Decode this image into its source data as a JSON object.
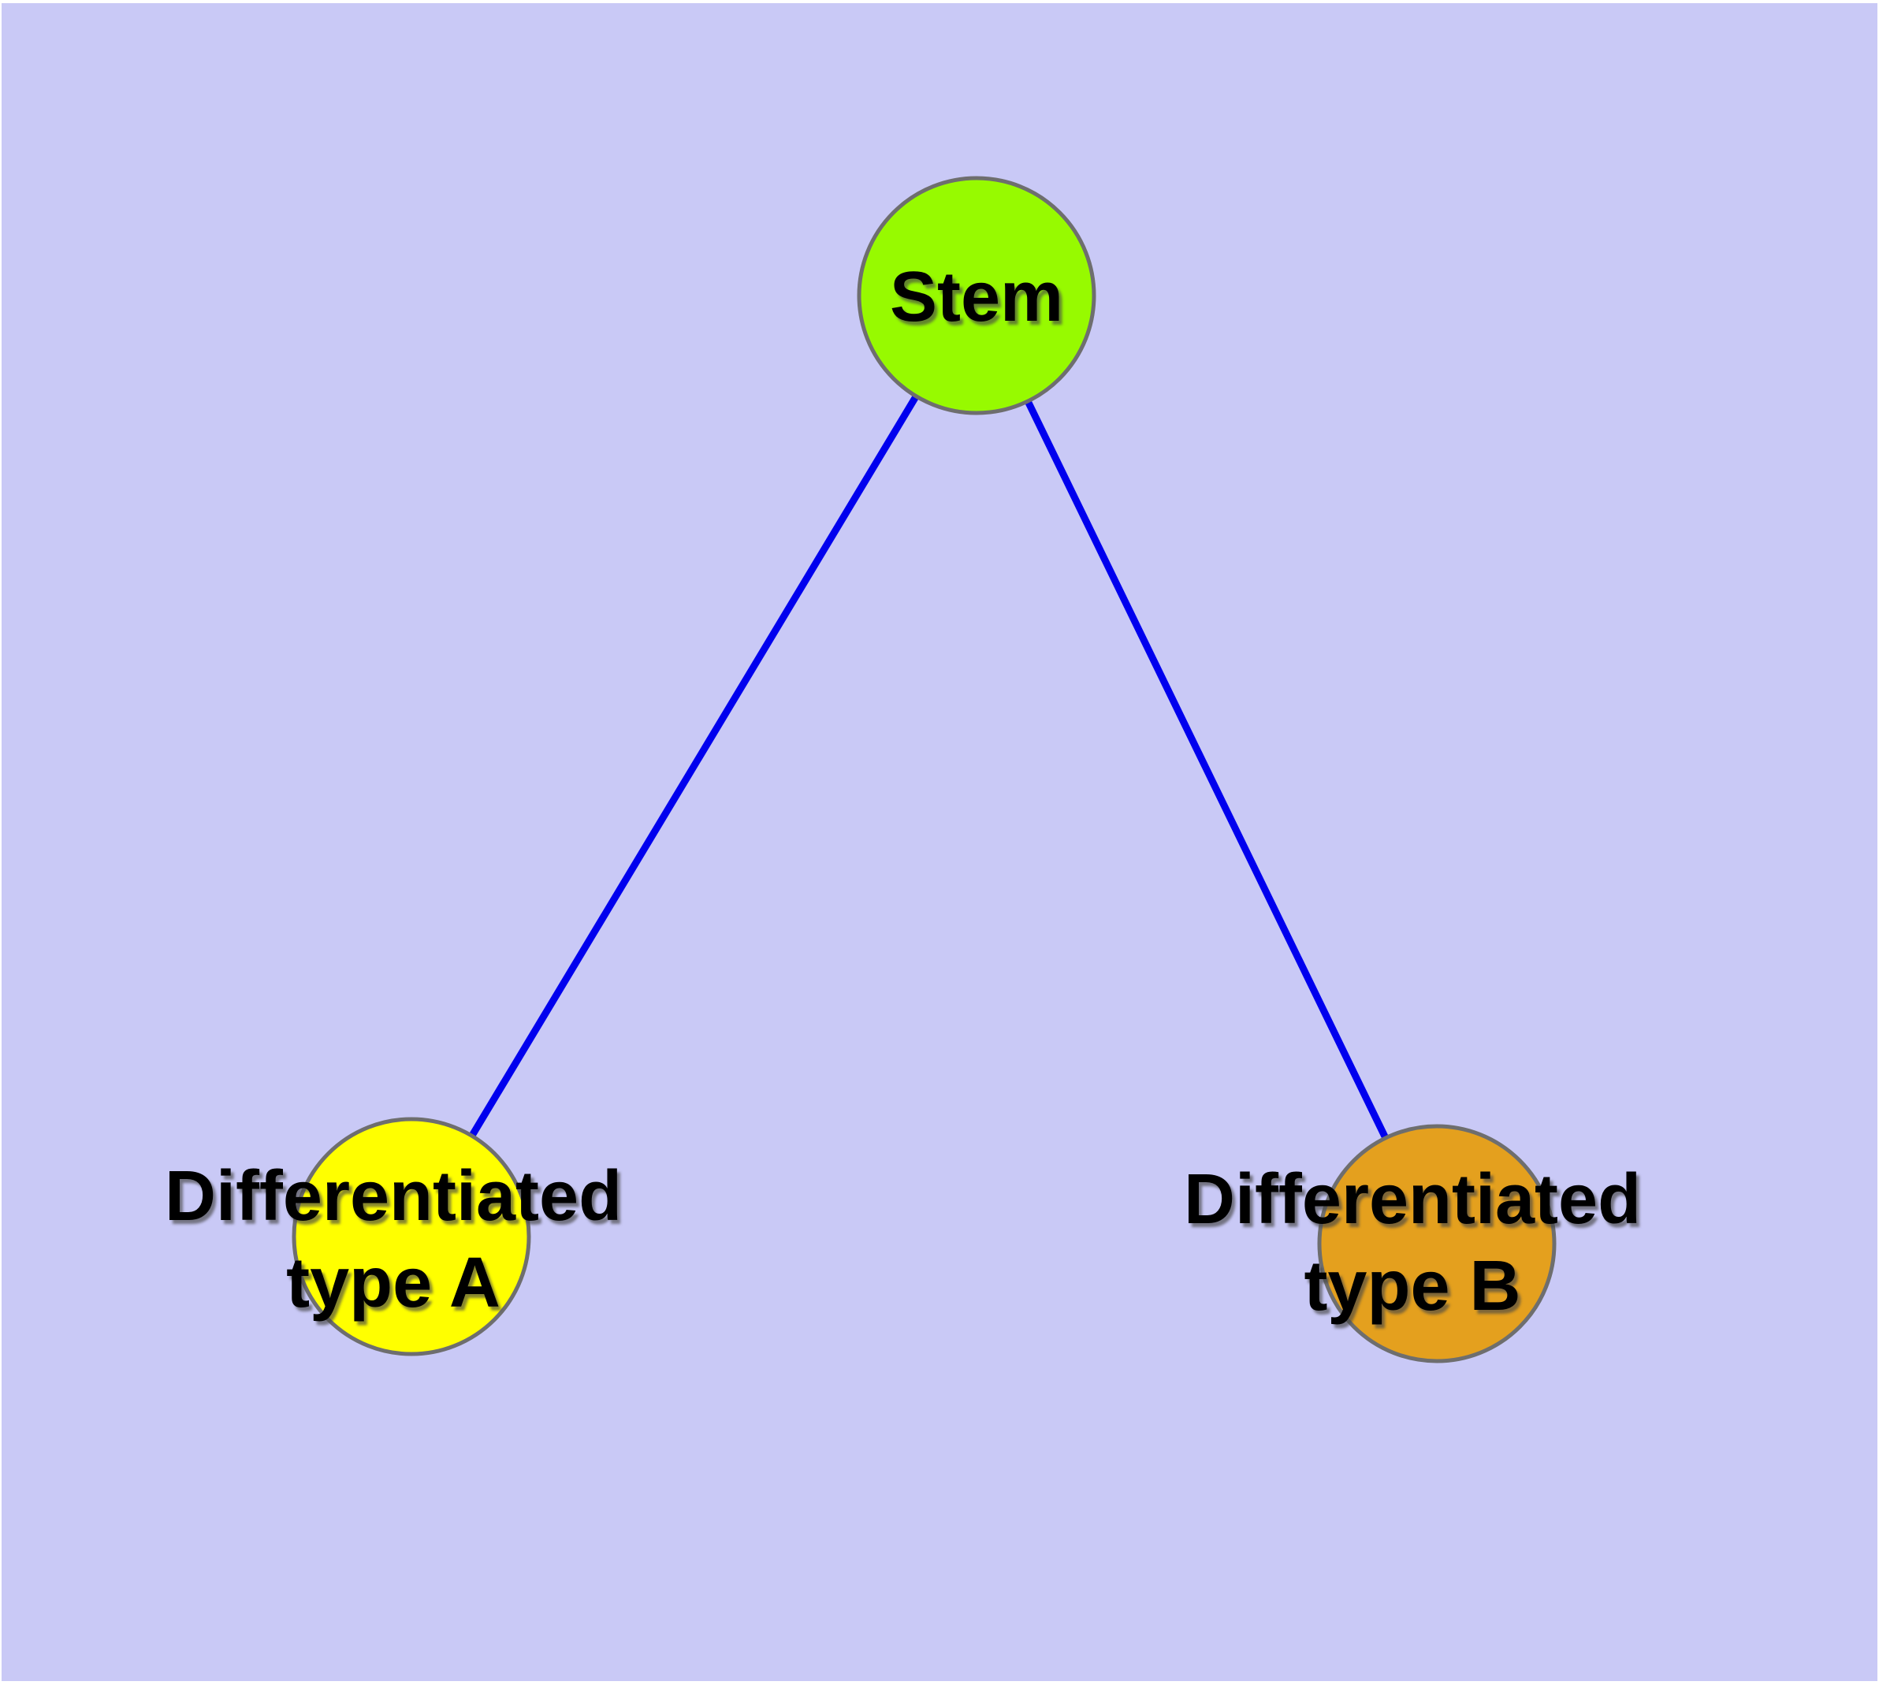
{
  "diagram": {
    "title": "",
    "background_color": "#c9c9f6",
    "page_margin_color": "#ffffff",
    "text_color": "#000000",
    "nodes": [
      {
        "id": "stem",
        "label": "Stem",
        "fill": "#97fa00",
        "border_color": "#6e6e6e"
      },
      {
        "id": "differentiated-type-a",
        "label": "Differentiated\ntype A",
        "fill": "#ffff00",
        "border_color": "#6e6e6e"
      },
      {
        "id": "differentiated-type-b",
        "label": "Differentiated\ntype B",
        "fill": "#e4a01e",
        "border_color": "#6e6e6e"
      }
    ],
    "edges": [
      {
        "from": "stem",
        "to": "differentiated-type-a",
        "color": "#0000ee"
      },
      {
        "from": "stem",
        "to": "differentiated-type-b",
        "color": "#0000ee"
      }
    ]
  }
}
